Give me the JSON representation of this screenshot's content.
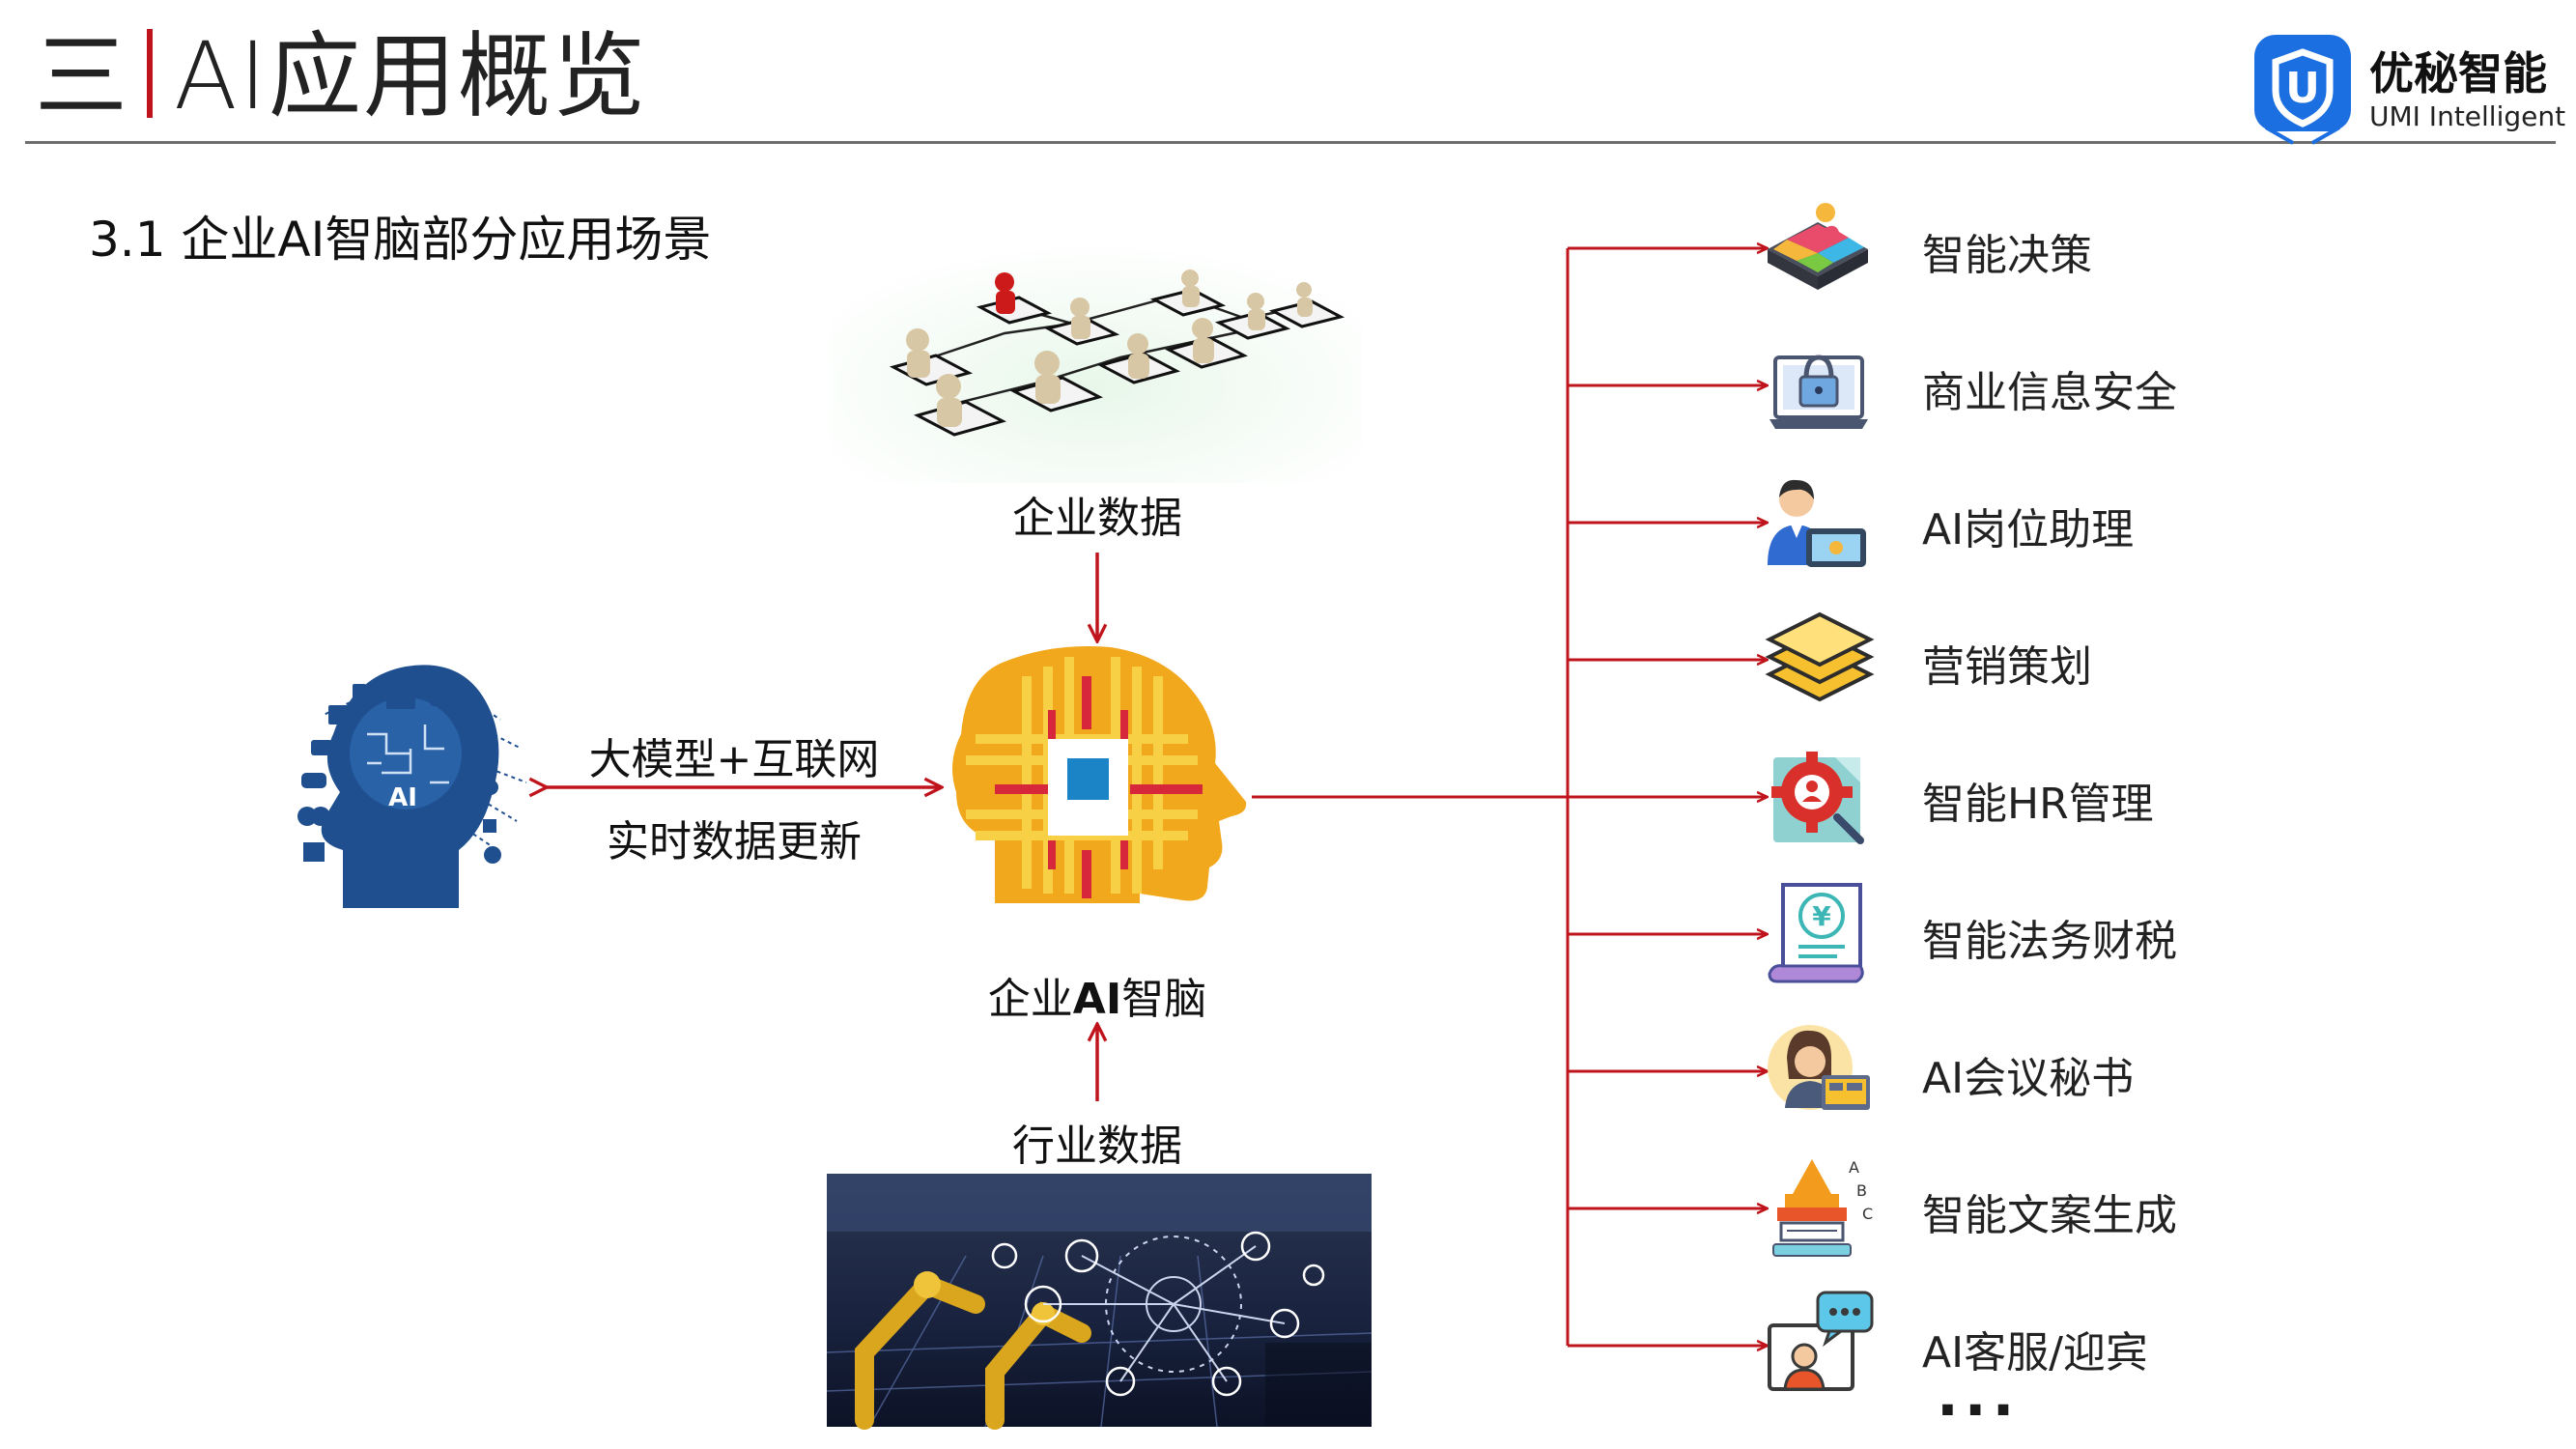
{
  "header": {
    "title_prefix": "三",
    "title": "AI应用概览",
    "brand_name": "优秘智能",
    "brand_subtitle": "UMI Intelligent"
  },
  "section": {
    "subtitle": "3.1 企业AI智脑部分应用场景"
  },
  "diagram": {
    "enterprise_data_label": "企业数据",
    "brain_label_prefix": "企业",
    "brain_label_bold": "AI",
    "brain_label_suffix": "智脑",
    "industry_data_label": "行业数据",
    "link_label_line1": "大模型+互联网",
    "link_label_line2": "实时数据更新",
    "ai_head_text": "AI",
    "applications": [
      {
        "label": "智能决策",
        "icon": "puzzle-icon"
      },
      {
        "label": "商业信息安全",
        "icon": "laptop-lock-icon"
      },
      {
        "label": "AI岗位助理",
        "icon": "assistant-icon"
      },
      {
        "label": "营销策划",
        "icon": "layers-icon"
      },
      {
        "label": "智能HR管理",
        "icon": "hr-gear-icon"
      },
      {
        "label": "智能法务财税",
        "icon": "tax-document-icon"
      },
      {
        "label": "AI会议秘书",
        "icon": "meeting-secretary-icon"
      },
      {
        "label": "智能文案生成",
        "icon": "copywriting-icon"
      },
      {
        "label": "AI客服/迎宾",
        "icon": "customer-service-icon"
      }
    ],
    "more": "···"
  },
  "colors": {
    "accent_red": "#c0141c",
    "brain_orange": "#f2a81d",
    "brain_yellow": "#f8d046",
    "brand_blue": "#1b6fe0",
    "head_blue": "#1f4f8f"
  }
}
